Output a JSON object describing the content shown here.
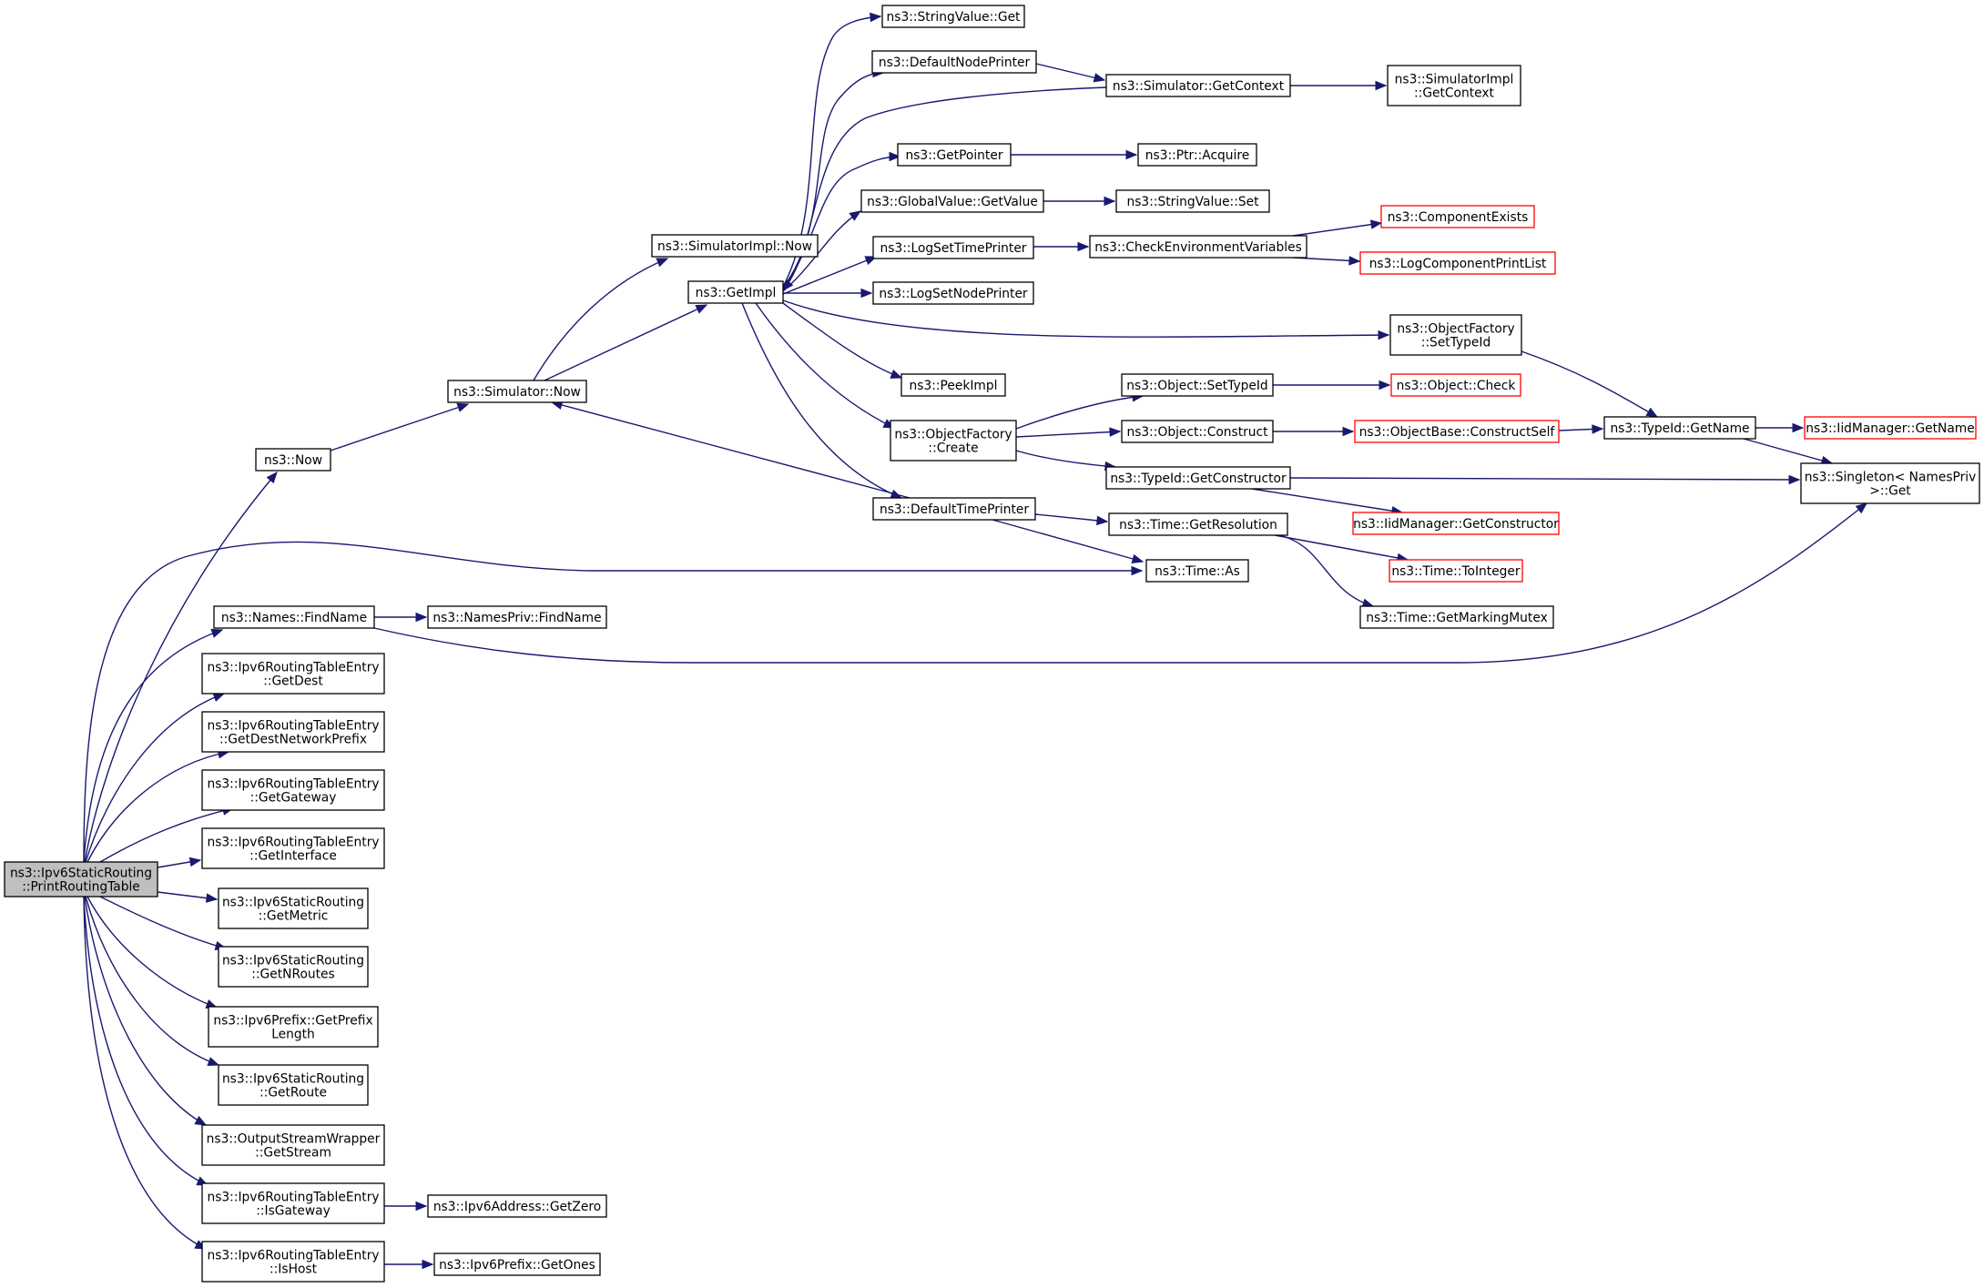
{
  "graph": {
    "type": "doxygen-call-graph",
    "colors": {
      "edge": "#191970",
      "node_border": "#000000",
      "truncated_border": "#ff0000",
      "root_fill": "#bfbfbf",
      "background": "#ffffff"
    },
    "nodes": [
      {
        "id": "root",
        "lines": [
          "ns3::Ipv6StaticRouting",
          "::PrintRoutingTable"
        ],
        "root": true
      },
      {
        "id": "now",
        "lines": [
          "ns3::Now"
        ]
      },
      {
        "id": "simnow",
        "lines": [
          "ns3::Simulator::Now"
        ]
      },
      {
        "id": "simimplnow",
        "lines": [
          "ns3::SimulatorImpl::Now"
        ]
      },
      {
        "id": "getimpl",
        "lines": [
          "ns3::GetImpl"
        ]
      },
      {
        "id": "strget",
        "lines": [
          "ns3::StringValue::Get"
        ]
      },
      {
        "id": "defnode",
        "lines": [
          "ns3::DefaultNodePrinter"
        ]
      },
      {
        "id": "simgetctx",
        "lines": [
          "ns3::Simulator::GetContext"
        ]
      },
      {
        "id": "simimplctx",
        "lines": [
          "ns3::SimulatorImpl",
          "::GetContext"
        ]
      },
      {
        "id": "getptr",
        "lines": [
          "ns3::GetPointer"
        ]
      },
      {
        "id": "ptracq",
        "lines": [
          "ns3::Ptr::Acquire"
        ]
      },
      {
        "id": "gvget",
        "lines": [
          "ns3::GlobalValue::GetValue"
        ]
      },
      {
        "id": "strset",
        "lines": [
          "ns3::StringValue::Set"
        ]
      },
      {
        "id": "logsettp",
        "lines": [
          "ns3::LogSetTimePrinter"
        ]
      },
      {
        "id": "checkenv",
        "lines": [
          "ns3::CheckEnvironmentVariables"
        ]
      },
      {
        "id": "compexists",
        "lines": [
          "ns3::ComponentExists"
        ],
        "truncated": true
      },
      {
        "id": "logcomp",
        "lines": [
          "ns3::LogComponentPrintList"
        ],
        "truncated": true
      },
      {
        "id": "logsetnp",
        "lines": [
          "ns3::LogSetNodePrinter"
        ]
      },
      {
        "id": "ofsettype",
        "lines": [
          "ns3::ObjectFactory",
          "::SetTypeId"
        ]
      },
      {
        "id": "peekimpl",
        "lines": [
          "ns3::PeekImpl"
        ]
      },
      {
        "id": "objsettype",
        "lines": [
          "ns3::Object::SetTypeId"
        ]
      },
      {
        "id": "objcheck",
        "lines": [
          "ns3::Object::Check"
        ],
        "truncated": true
      },
      {
        "id": "ofcreate",
        "lines": [
          "ns3::ObjectFactory",
          "::Create"
        ]
      },
      {
        "id": "objconstruct",
        "lines": [
          "ns3::Object::Construct"
        ]
      },
      {
        "id": "obconstself",
        "lines": [
          "ns3::ObjectBase::ConstructSelf"
        ],
        "truncated": true
      },
      {
        "id": "typegetname",
        "lines": [
          "ns3::TypeId::GetName"
        ]
      },
      {
        "id": "iidgetname",
        "lines": [
          "ns3::IidManager::GetName"
        ],
        "truncated": true
      },
      {
        "id": "typegetctor",
        "lines": [
          "ns3::TypeId::GetConstructor"
        ]
      },
      {
        "id": "singleton",
        "lines": [
          "ns3::Singleton< NamesPriv",
          ">::Get"
        ]
      },
      {
        "id": "iidgetctor",
        "lines": [
          "ns3::IidManager::GetConstructor"
        ],
        "truncated": true
      },
      {
        "id": "deftime",
        "lines": [
          "ns3::DefaultTimePrinter"
        ]
      },
      {
        "id": "timegetres",
        "lines": [
          "ns3::Time::GetResolution"
        ]
      },
      {
        "id": "timeas",
        "lines": [
          "ns3::Time::As"
        ]
      },
      {
        "id": "timetoint",
        "lines": [
          "ns3::Time::ToInteger"
        ],
        "truncated": true
      },
      {
        "id": "timemutex",
        "lines": [
          "ns3::Time::GetMarkingMutex"
        ]
      },
      {
        "id": "namesfind",
        "lines": [
          "ns3::Names::FindName"
        ]
      },
      {
        "id": "namesprivfind",
        "lines": [
          "ns3::NamesPriv::FindName"
        ]
      },
      {
        "id": "getdest",
        "lines": [
          "ns3::Ipv6RoutingTableEntry",
          "::GetDest"
        ]
      },
      {
        "id": "getdestnp",
        "lines": [
          "ns3::Ipv6RoutingTableEntry",
          "::GetDestNetworkPrefix"
        ]
      },
      {
        "id": "getgw",
        "lines": [
          "ns3::Ipv6RoutingTableEntry",
          "::GetGateway"
        ]
      },
      {
        "id": "getif",
        "lines": [
          "ns3::Ipv6RoutingTableEntry",
          "::GetInterface"
        ]
      },
      {
        "id": "getmetric",
        "lines": [
          "ns3::Ipv6StaticRouting",
          "::GetMetric"
        ]
      },
      {
        "id": "getnroutes",
        "lines": [
          "ns3::Ipv6StaticRouting",
          "::GetNRoutes"
        ]
      },
      {
        "id": "getpfxlen",
        "lines": [
          "ns3::Ipv6Prefix::GetPrefix",
          "Length"
        ]
      },
      {
        "id": "getroute",
        "lines": [
          "ns3::Ipv6StaticRouting",
          "::GetRoute"
        ]
      },
      {
        "id": "getstream",
        "lines": [
          "ns3::OutputStreamWrapper",
          "::GetStream"
        ]
      },
      {
        "id": "isgw",
        "lines": [
          "ns3::Ipv6RoutingTableEntry",
          "::IsGateway"
        ]
      },
      {
        "id": "getzero",
        "lines": [
          "ns3::Ipv6Address::GetZero"
        ]
      },
      {
        "id": "ishost",
        "lines": [
          "ns3::Ipv6RoutingTableEntry",
          "::IsHost"
        ]
      },
      {
        "id": "getones",
        "lines": [
          "ns3::Ipv6Prefix::GetOnes"
        ]
      }
    ],
    "edges": [
      {
        "from": "root",
        "to": "now"
      },
      {
        "from": "root",
        "to": "timeas"
      },
      {
        "from": "root",
        "to": "namesfind"
      },
      {
        "from": "root",
        "to": "getdest"
      },
      {
        "from": "root",
        "to": "getdestnp"
      },
      {
        "from": "root",
        "to": "getgw"
      },
      {
        "from": "root",
        "to": "getif"
      },
      {
        "from": "root",
        "to": "getmetric"
      },
      {
        "from": "root",
        "to": "getnroutes"
      },
      {
        "from": "root",
        "to": "getpfxlen"
      },
      {
        "from": "root",
        "to": "getroute"
      },
      {
        "from": "root",
        "to": "getstream"
      },
      {
        "from": "root",
        "to": "isgw"
      },
      {
        "from": "root",
        "to": "ishost"
      },
      {
        "from": "now",
        "to": "simnow"
      },
      {
        "from": "simnow",
        "to": "simimplnow"
      },
      {
        "from": "simnow",
        "to": "getimpl"
      },
      {
        "from": "getimpl",
        "to": "strget"
      },
      {
        "from": "getimpl",
        "to": "defnode"
      },
      {
        "from": "getimpl",
        "to": "getptr"
      },
      {
        "from": "getimpl",
        "to": "gvget"
      },
      {
        "from": "getimpl",
        "to": "logsettp"
      },
      {
        "from": "getimpl",
        "to": "logsetnp"
      },
      {
        "from": "getimpl",
        "to": "ofsettype"
      },
      {
        "from": "getimpl",
        "to": "peekimpl"
      },
      {
        "from": "getimpl",
        "to": "ofcreate"
      },
      {
        "from": "getimpl",
        "to": "deftime"
      },
      {
        "from": "defnode",
        "to": "simgetctx"
      },
      {
        "from": "simgetctx",
        "to": "getimpl"
      },
      {
        "from": "simgetctx",
        "to": "simimplctx"
      },
      {
        "from": "getptr",
        "to": "ptracq"
      },
      {
        "from": "gvget",
        "to": "strset"
      },
      {
        "from": "logsettp",
        "to": "checkenv"
      },
      {
        "from": "checkenv",
        "to": "compexists"
      },
      {
        "from": "checkenv",
        "to": "logcomp"
      },
      {
        "from": "ofsettype",
        "to": "typegetname"
      },
      {
        "from": "ofcreate",
        "to": "objsettype"
      },
      {
        "from": "ofcreate",
        "to": "objconstruct"
      },
      {
        "from": "ofcreate",
        "to": "typegetctor"
      },
      {
        "from": "objsettype",
        "to": "objcheck"
      },
      {
        "from": "objconstruct",
        "to": "obconstself"
      },
      {
        "from": "obconstself",
        "to": "typegetname"
      },
      {
        "from": "typegetname",
        "to": "iidgetname"
      },
      {
        "from": "typegetname",
        "to": "singleton"
      },
      {
        "from": "typegetctor",
        "to": "singleton"
      },
      {
        "from": "typegetctor",
        "to": "iidgetctor"
      },
      {
        "from": "deftime",
        "to": "simnow"
      },
      {
        "from": "deftime",
        "to": "timegetres"
      },
      {
        "from": "deftime",
        "to": "timeas"
      },
      {
        "from": "timegetres",
        "to": "timetoint"
      },
      {
        "from": "timegetres",
        "to": "timemutex"
      },
      {
        "from": "namesfind",
        "to": "namesprivfind"
      },
      {
        "from": "namesfind",
        "to": "singleton"
      },
      {
        "from": "isgw",
        "to": "getzero"
      },
      {
        "from": "ishost",
        "to": "getones"
      }
    ]
  }
}
